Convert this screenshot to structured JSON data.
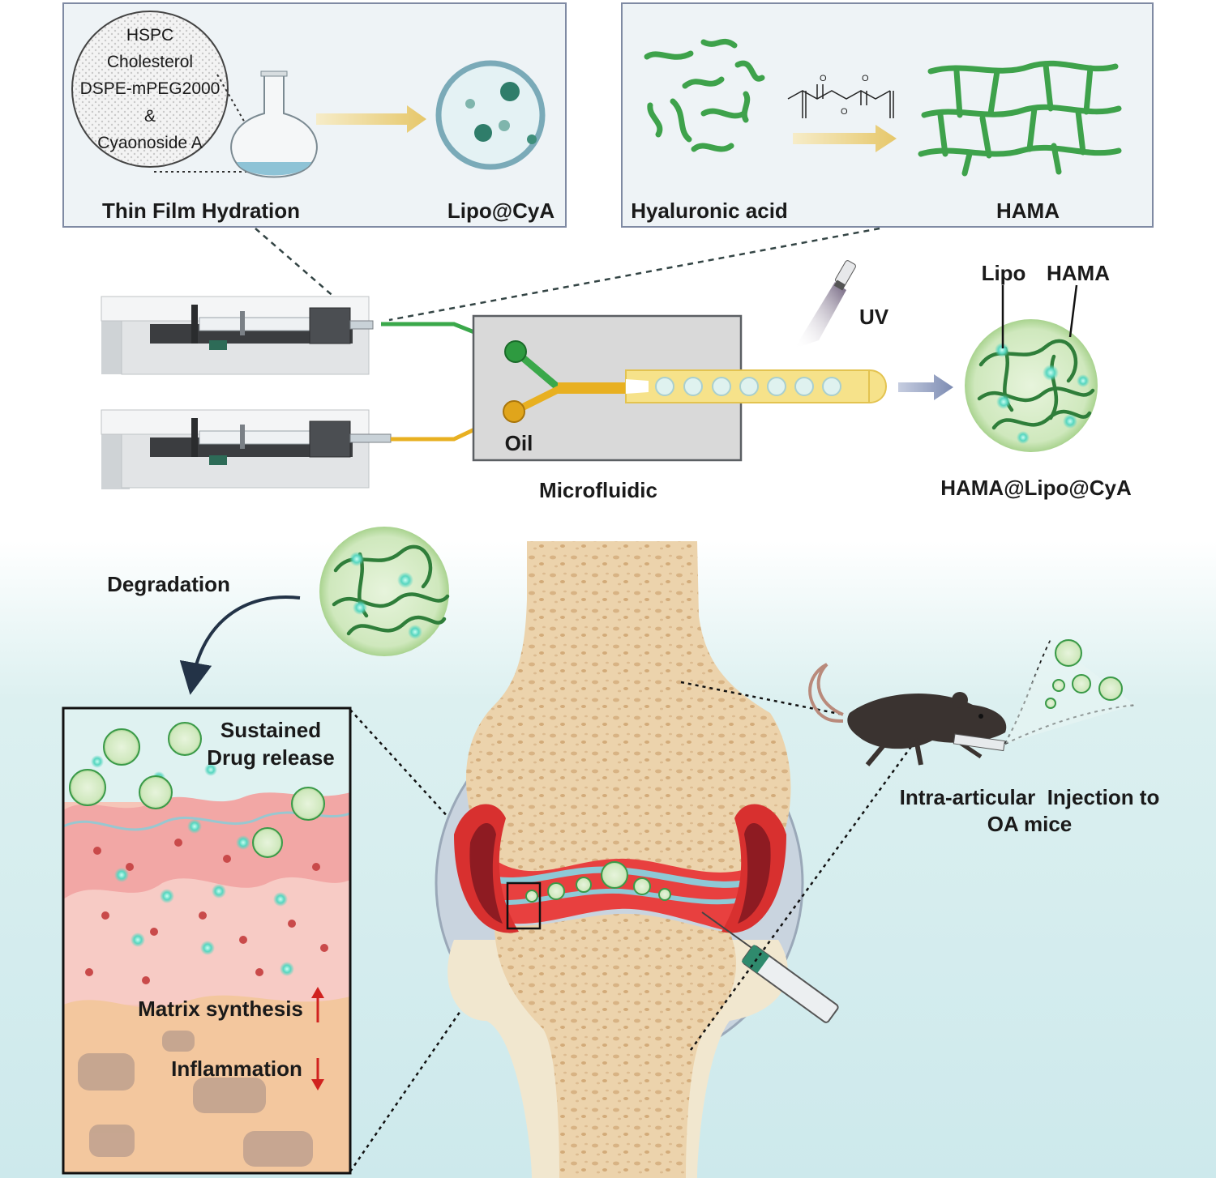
{
  "liposome_panel": {
    "components": [
      "HSPC",
      "Cholesterol",
      "DSPE-mPEG2000",
      "&",
      "Cyaonoside A"
    ],
    "method_label": "Thin Film Hydration",
    "product_label": "Lipo@CyA"
  },
  "hydrogel_panel": {
    "reactant_label": "Hyaluronic acid",
    "product_label": "HAMA"
  },
  "fabrication": {
    "oil_label": "Oil",
    "uv_label": "UV",
    "chip_label": "Microfluidic",
    "microsphere_lipo_label": "Lipo",
    "microsphere_hama_label": "HAMA",
    "microsphere_label": "HAMA@Lipo@CyA"
  },
  "treatment": {
    "degradation_label": "Degradation",
    "release_line1": "Sustained",
    "release_line2": "Drug release",
    "matrix_label": "Matrix synthesis",
    "inflammation_label": "Inflammation",
    "injection_line1": "Intra-articular  Injection to",
    "injection_line2": "OA mice"
  },
  "colors": {
    "green_channel": "#3aa84a",
    "oil_channel": "#e8b021",
    "cartilage_red": "#e8403f",
    "bone": "#e9cda3",
    "panel_bg": "#eef3f6",
    "panel_border": "#7f8aa3",
    "bottom_bg": "#d3eced"
  }
}
